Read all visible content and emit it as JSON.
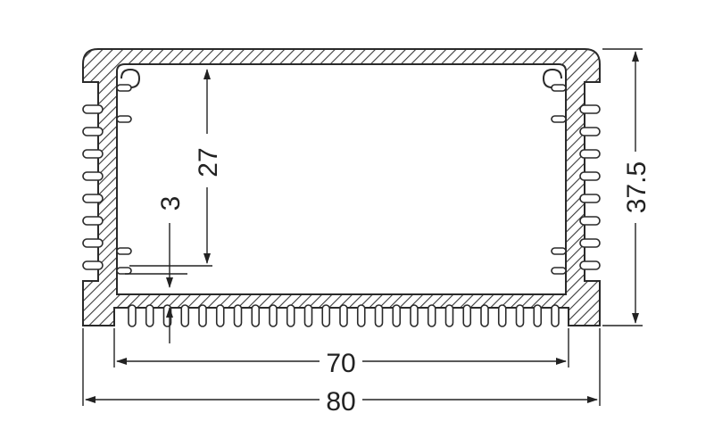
{
  "colors": {
    "stroke": "#2a2a2a",
    "background": "#ffffff",
    "hatch": "#3a3a3a"
  },
  "dimensions": {
    "outer_width": "80",
    "inner_width": "70",
    "height": "37.5",
    "inner_height": "27",
    "wall": "3"
  }
}
